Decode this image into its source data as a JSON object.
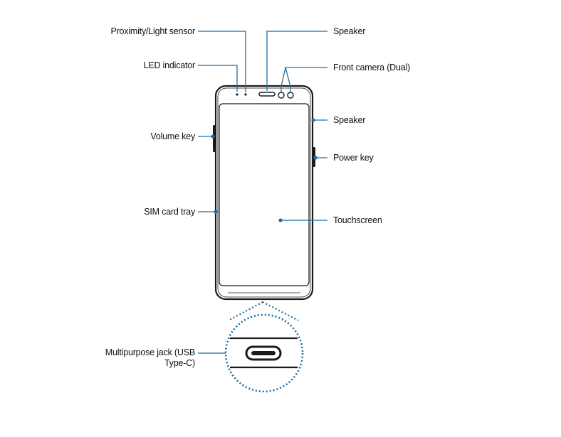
{
  "labels": {
    "proximity_light_sensor": "Proximity/Light sensor",
    "led_indicator": "LED indicator",
    "volume_key": "Volume key",
    "sim_card_tray": "SIM card tray",
    "multipurpose_jack": "Multipurpose jack (USB Type-C)",
    "speaker_top": "Speaker",
    "front_camera": "Front camera (Dual)",
    "speaker_right": "Speaker",
    "power_key": "Power key",
    "touchscreen": "Touchscreen"
  },
  "colors": {
    "callout": "#1a6ea3",
    "device_outline": "#1a1a1a",
    "text": "#111111"
  }
}
